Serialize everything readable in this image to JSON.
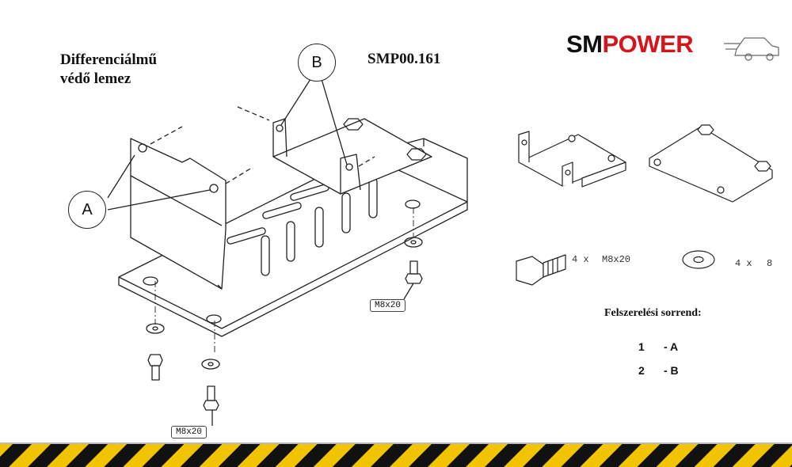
{
  "title": {
    "line1": "Differenciálmű",
    "line2": "védő lemez"
  },
  "product_code": "SMP00.161",
  "logo": {
    "part1": "SM",
    "part2": "POWER"
  },
  "callouts": {
    "a": "A",
    "b": "B"
  },
  "bolt_labels": [
    "M8x20",
    "M8x20"
  ],
  "parts": {
    "bolt_qty": "4 x",
    "bolt_size": "M8x20",
    "washer_qty": "4 x",
    "washer_size": "8"
  },
  "install_order": {
    "title": "Felszerelési sorrend:",
    "steps": [
      {
        "num": "1",
        "part": "- A"
      },
      {
        "num": "2",
        "part": "- B"
      }
    ]
  },
  "colors": {
    "brand_red": "#d8141b",
    "stripe_yellow": "#f2c400",
    "stripe_black": "#111111",
    "line": "#222222"
  }
}
